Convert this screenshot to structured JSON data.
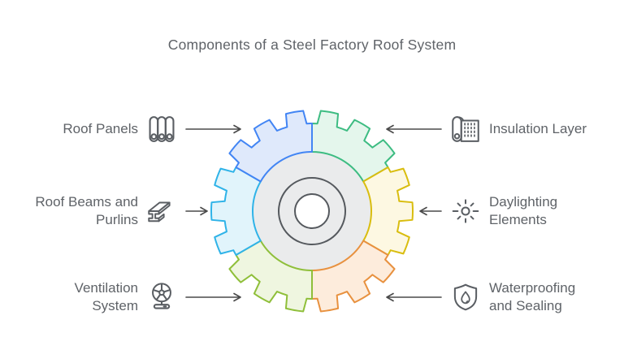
{
  "title": "Components of a Steel Factory Roof System",
  "components": [
    {
      "name": "Roof Panels",
      "lines": [
        "Roof Panels"
      ],
      "side": "left",
      "icon": "roof-panels-icon",
      "segment_position": "top-left",
      "angle": 90,
      "segment_color": "#4285f4",
      "segment_fill": "#dfe9fb"
    },
    {
      "name": "Roof Beams and Purlins",
      "lines": [
        "Roof Beams and",
        "Purlins"
      ],
      "side": "left",
      "icon": "steel-beam-icon",
      "segment_position": "left",
      "angle": 150,
      "segment_color": "#2fb3e8",
      "segment_fill": "#e1f4fb"
    },
    {
      "name": "Ventilation System",
      "lines": [
        "Ventilation",
        "System"
      ],
      "side": "left",
      "icon": "fan-icon",
      "segment_position": "bottom-left",
      "angle": 210,
      "segment_color": "#8fbf3a",
      "segment_fill": "#eff6e0"
    },
    {
      "name": "Insulation Layer",
      "lines": [
        "Insulation Layer"
      ],
      "side": "right",
      "icon": "insulation-roll-icon",
      "segment_position": "top-right",
      "angle": 30,
      "segment_color": "#3dbc82",
      "segment_fill": "#e4f6ec"
    },
    {
      "name": "Daylighting Elements",
      "lines": [
        "Daylighting",
        "Elements"
      ],
      "side": "right",
      "icon": "sun-icon",
      "segment_position": "right",
      "angle": -30,
      "segment_color": "#d9bd0f",
      "segment_fill": "#fdf8e2"
    },
    {
      "name": "Waterproofing and Sealing",
      "lines": [
        "Waterproofing",
        "and Sealing"
      ],
      "side": "right",
      "icon": "shield-droplet-icon",
      "segment_position": "bottom-right",
      "angle": -90,
      "segment_color": "#e8913f",
      "segment_fill": "#fdecdc"
    }
  ],
  "gear": {
    "teeth_per_segment": 3,
    "segment_count": 6,
    "draw_order": [
      3,
      4,
      5,
      2,
      1,
      0
    ],
    "hub": {
      "disc_fill": "#eaebec",
      "ring_stroke": "#55595e",
      "hole_fill": "#ffffff"
    }
  },
  "colors": {
    "text": "#5f6368",
    "arrow": "#4a4a4a",
    "icon": "#5a5e63"
  }
}
